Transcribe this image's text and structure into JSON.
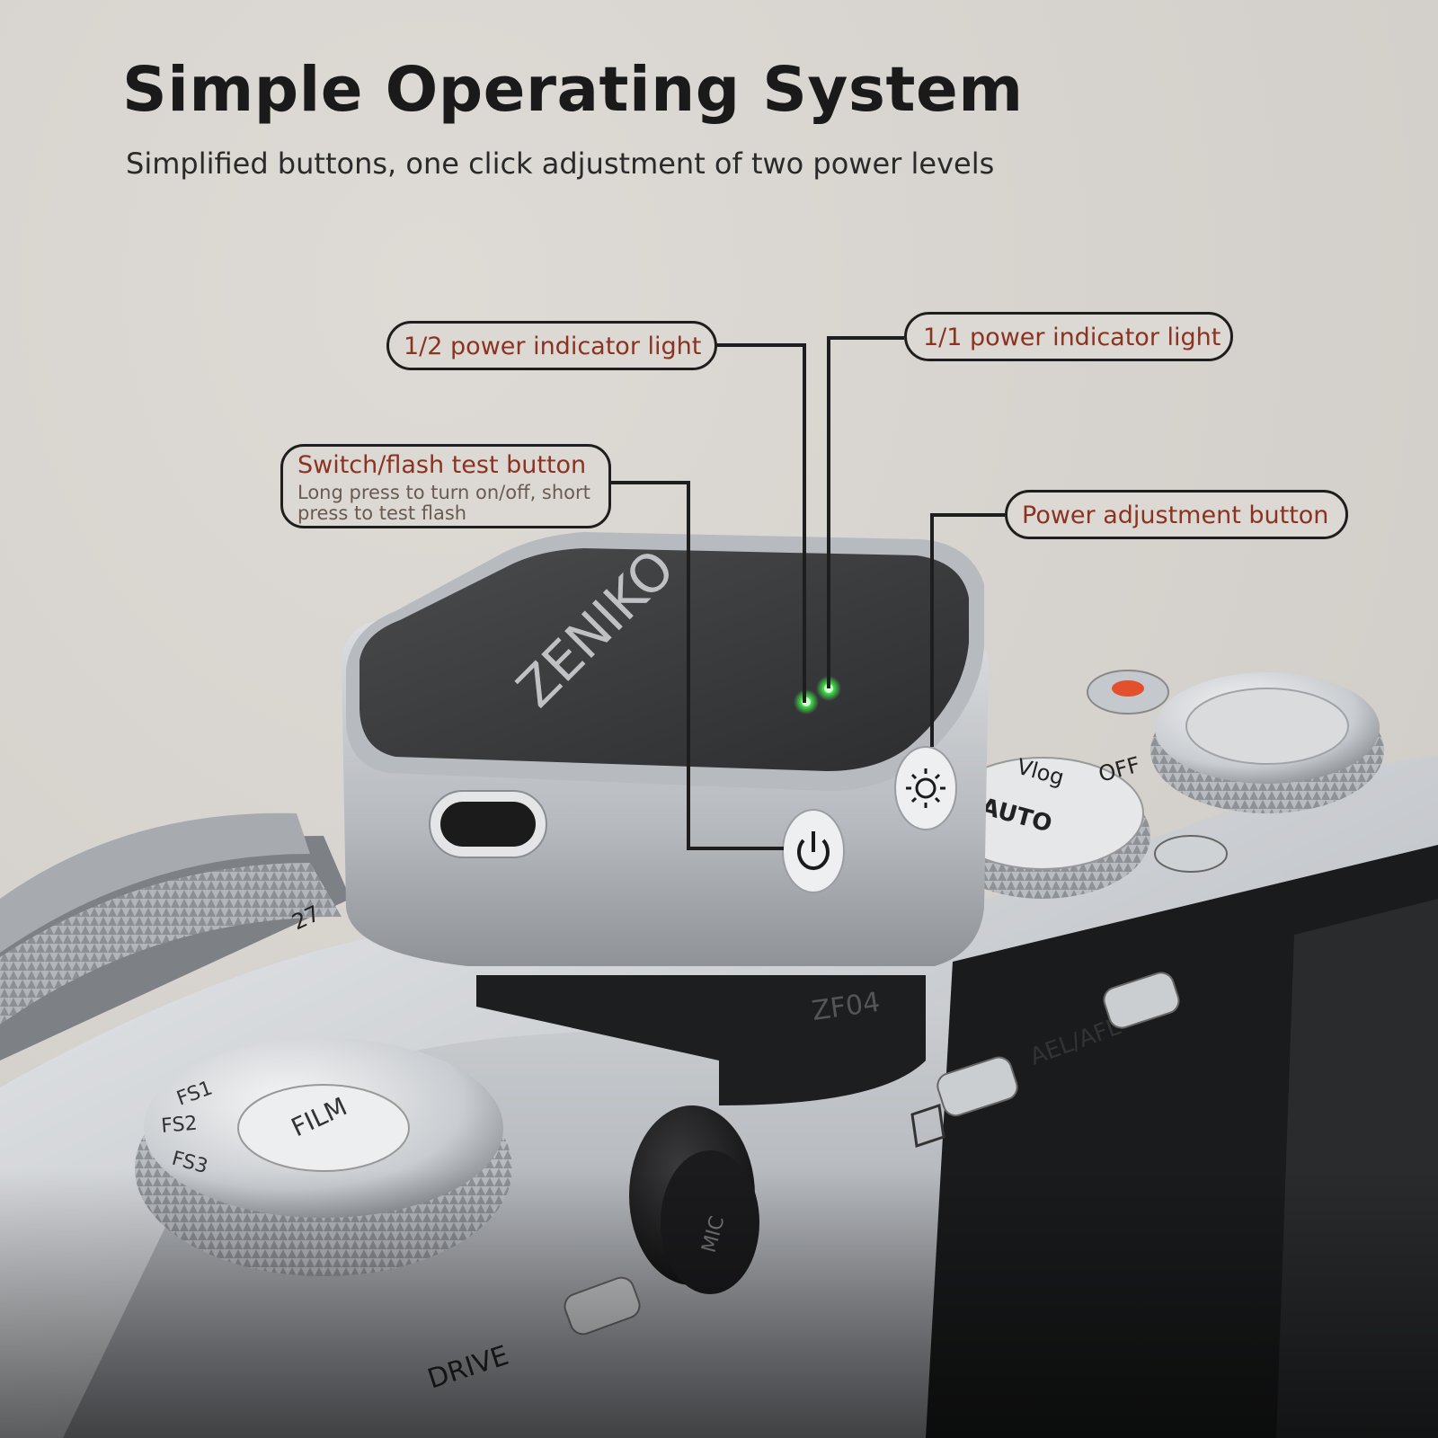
{
  "header": {
    "title": "Simple Operating System",
    "subtitle": "Simplified buttons, one click adjustment of two power levels"
  },
  "callouts": {
    "half_power": {
      "label": "1/2 power indicator light"
    },
    "full_power": {
      "label": "1/1 power indicator light"
    },
    "switch": {
      "label": "Switch/flash test button",
      "desc_line1": "Long press to turn on/off, short",
      "desc_line2": "press to test flash"
    },
    "power_adjust": {
      "label": "Power adjustment button"
    }
  },
  "product": {
    "brand": "ZENIKO",
    "model": "ZF04",
    "indicator_color": "#3fe04a",
    "icons": [
      "power-icon",
      "sun-brightness-icon",
      "usb-c-port"
    ]
  },
  "camera": {
    "mode_dial": [
      "FILM",
      "FS1",
      "FS2",
      "FS3"
    ],
    "top_dial": [
      "AUTO",
      "Vlog",
      "OFF"
    ],
    "buttons": [
      "MIC",
      "AEL/AFL",
      "DRIVE"
    ],
    "lens_mark": "27"
  },
  "colors": {
    "callout_text": "#8a3320",
    "title": "#1a1a1a",
    "leader_line": "#1e1e1e"
  }
}
